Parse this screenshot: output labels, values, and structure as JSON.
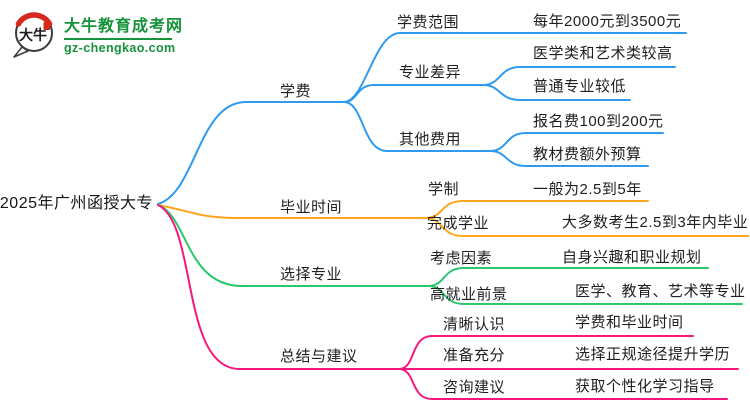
{
  "logo": {
    "site_name": "大牛教育成考网",
    "site_url": "gz-chengkao.com",
    "icon_text": "大牛"
  },
  "colors": {
    "branch_tuition": "#2E9AF0",
    "branch_graduation": "#FFA41C",
    "branch_major": "#2BC76D",
    "branch_summary": "#F6187C",
    "logo_green": "#16923B",
    "logo_red": "#D7281D",
    "text": "#1F1F1F"
  },
  "root": {
    "label": "2025年广州函授大专"
  },
  "branches": [
    {
      "label": "学费",
      "children": [
        {
          "label": "学费范围",
          "leaves": [
            "每年2000元到3500元"
          ]
        },
        {
          "label": "专业差异",
          "leaves": [
            "医学类和艺术类较高",
            "普通专业较低"
          ]
        },
        {
          "label": "其他费用",
          "leaves": [
            "报名费100到200元",
            "教材费额外预算"
          ]
        }
      ]
    },
    {
      "label": "毕业时间",
      "children": [
        {
          "label": "学制",
          "leaves": [
            "一般为2.5到5年"
          ]
        },
        {
          "label": "完成学业",
          "leaves": [
            "大多数考生2.5到3年内毕业"
          ]
        }
      ]
    },
    {
      "label": "选择专业",
      "children": [
        {
          "label": "考虑因素",
          "leaves": [
            "自身兴趣和职业规划"
          ]
        },
        {
          "label": "高就业前景",
          "leaves": [
            "医学、教育、艺术等专业"
          ]
        }
      ]
    },
    {
      "label": "总结与建议",
      "children": [
        {
          "label": "清晰认识",
          "leaves": [
            "学费和毕业时间"
          ]
        },
        {
          "label": "准备充分",
          "leaves": [
            "选择正规途径提升学历"
          ]
        },
        {
          "label": "咨询建议",
          "leaves": [
            "获取个性化学习指导"
          ]
        }
      ]
    }
  ]
}
